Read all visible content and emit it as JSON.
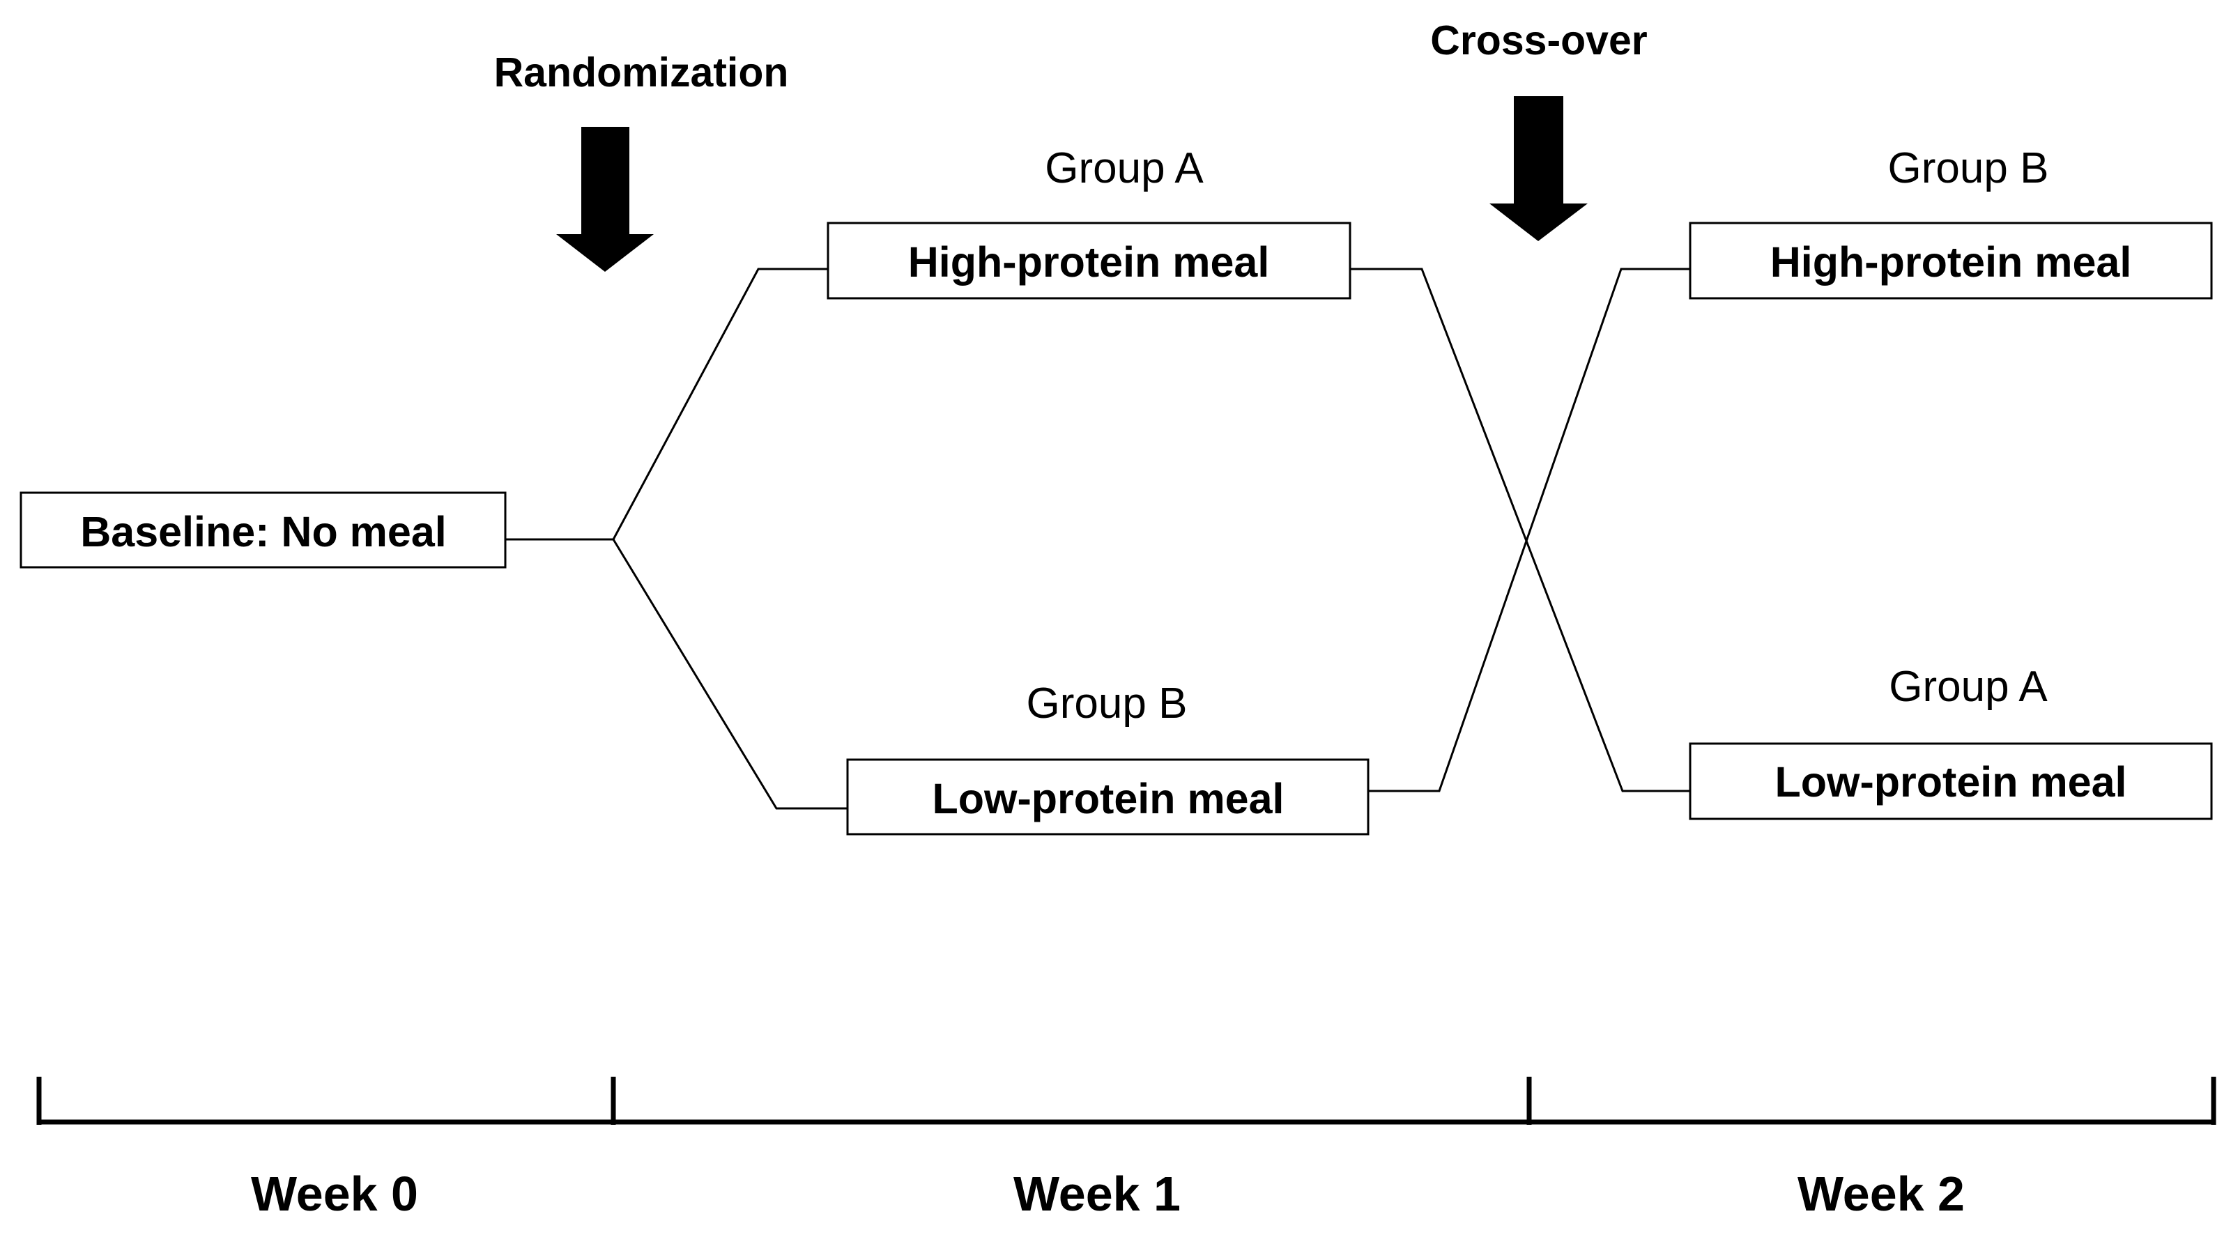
{
  "annotations": {
    "randomization": "Randomization",
    "crossover": "Cross-over"
  },
  "baseline": {
    "label": "Baseline: No meal"
  },
  "period1": {
    "upper_group": "Group A",
    "upper_meal": "High-protein meal",
    "lower_group": "Group B",
    "lower_meal": "Low-protein meal"
  },
  "period2": {
    "upper_group": "Group B",
    "upper_meal": "High-protein meal",
    "lower_group": "Group A",
    "lower_meal": "Low-protein meal"
  },
  "timeline": {
    "weeks": [
      "Week 0",
      "Week 1",
      "Week 2"
    ]
  },
  "colors": {
    "ink": "#000000",
    "background": "#ffffff"
  }
}
